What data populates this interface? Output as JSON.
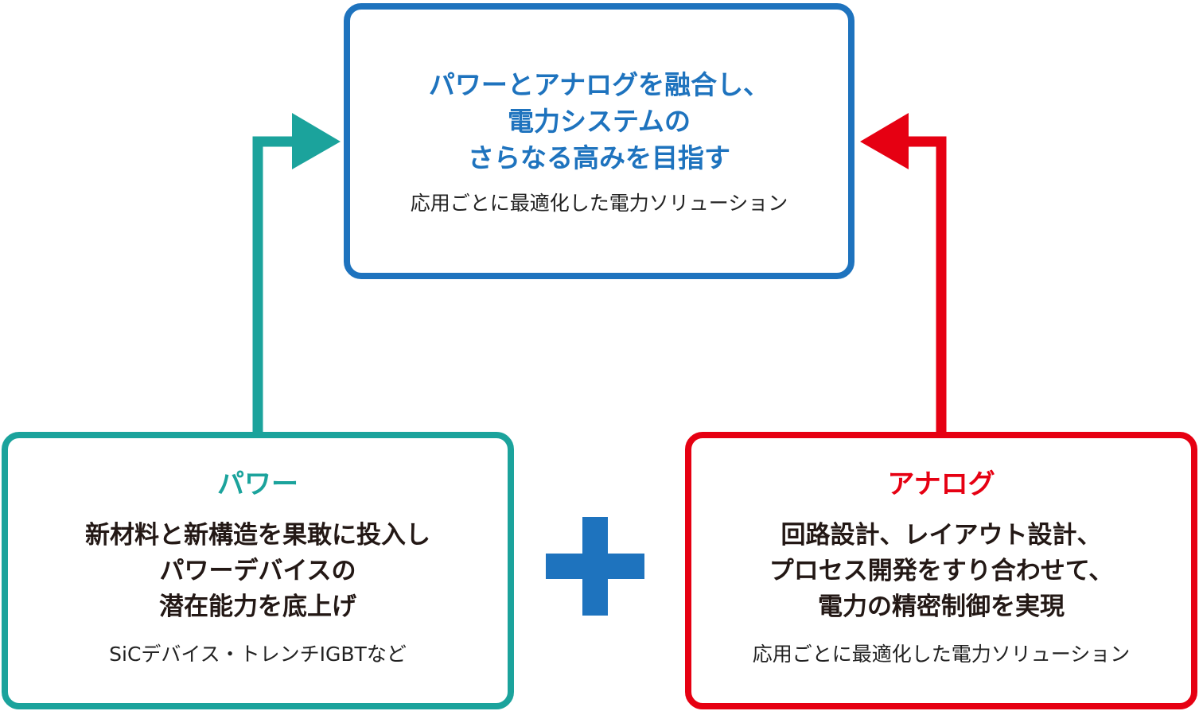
{
  "goal": {
    "headline": [
      "パワーとアナログを融合し、",
      "電力システムの",
      "さらなる高みを目指す"
    ],
    "sub": "応用ごとに最適化した電力ソリューション"
  },
  "power": {
    "title": "パワー",
    "body": [
      "新材料と新構造を果敢に投入し",
      "パワーデバイスの",
      "潜在能力を底上げ"
    ],
    "sub": "SiCデバイス・トレンチIGBTなど"
  },
  "analog": {
    "title": "アナログ",
    "body": [
      "回路設計、レイアウト設計、",
      "プロセス開発をすり合わせて、",
      "電力の精密制御を実現"
    ],
    "sub": "応用ごとに最適化した電力ソリューション"
  },
  "colors": {
    "goal": "#1e73be",
    "power": "#1ba39c",
    "analog": "#e60012",
    "plus": "#1e73be",
    "text": "#231815"
  },
  "icons": {
    "plus": "plus-icon",
    "arrow_left_connector": "arrow-right-icon",
    "arrow_right_connector": "arrow-left-icon"
  }
}
